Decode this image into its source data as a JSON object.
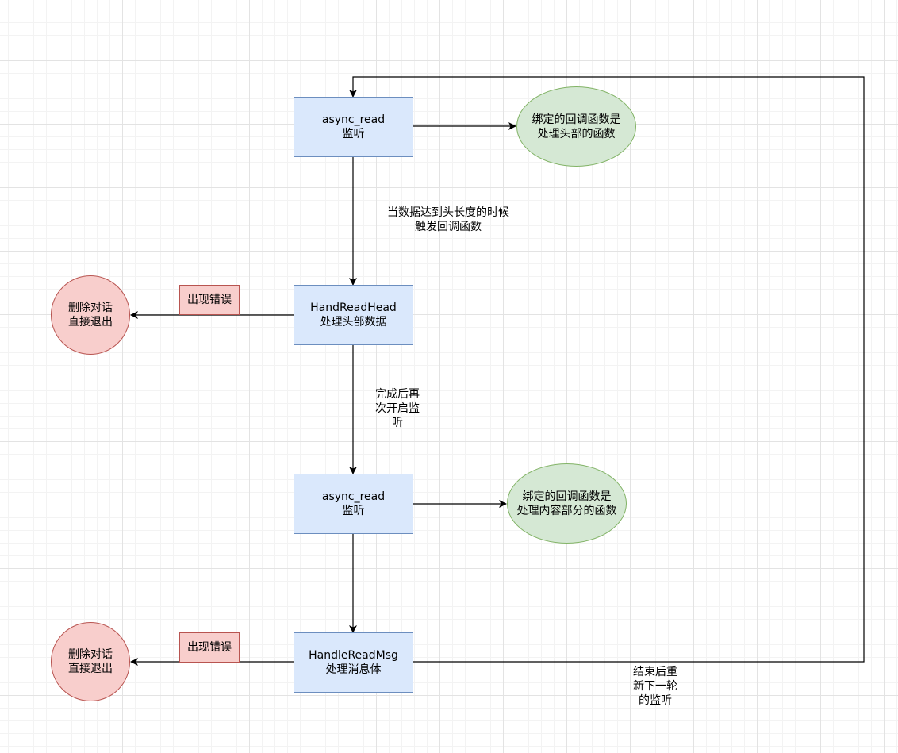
{
  "nodes": {
    "listen_head": "async_read\n监听",
    "note_head": "绑定的回调函数是\n处理头部的函数",
    "handle_head": "HandReadHead\n处理头部数据",
    "exit_head": "删除对话\n直接退出",
    "error_head": "出现错误",
    "listen_body": "async_read\n监听",
    "note_body": "绑定的回调函数是\n处理内容部分的函数",
    "handle_msg": "HandleReadMsg\n处理消息体",
    "exit_msg": "删除对话\n直接退出",
    "error_msg": "出现错误"
  },
  "edge_labels": {
    "head_reached": "当数据达到头长度的时候\n触发回调函数",
    "restart_listen": "完成后再\n次开启监\n听",
    "next_round": "结束后重\n新下一轮\n的监听"
  },
  "colors": {
    "process_fill": "#dae8fc",
    "process_stroke": "#6c8ebf",
    "note_fill": "#d5e8d4",
    "note_stroke": "#82b366",
    "error_fill": "#f8cecc",
    "error_stroke": "#b85450"
  }
}
